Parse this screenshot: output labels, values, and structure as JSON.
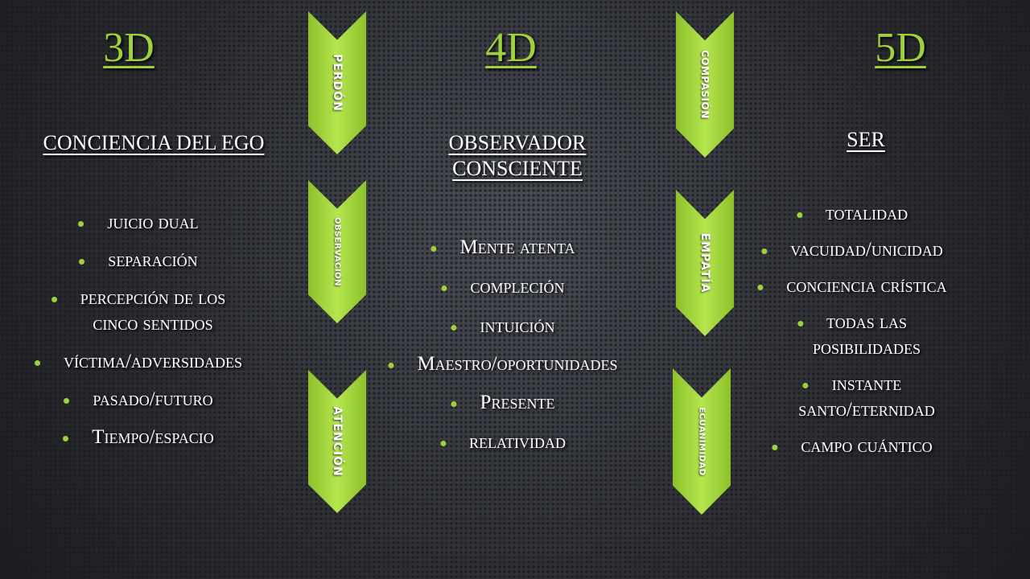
{
  "columns": [
    {
      "title": "3D",
      "subtitle": "CONCIENCIA DEL EGO",
      "items": [
        "juicio dual",
        "separación",
        "percepción de los",
        "cinco sentidos",
        "víctima/adversidades",
        "pasado/futuro",
        "Tiempo/espacio"
      ]
    },
    {
      "title": "4D",
      "subtitle": "OBSERVADOR",
      "subtitle2": "CONSCIENTE",
      "items": [
        "Mente atenta",
        "compleción",
        "intuición",
        "Maestro/oportunidades",
        "Presente",
        "relatividad"
      ]
    },
    {
      "title": "5D",
      "subtitle": "SER",
      "items": [
        "totalidad",
        "vacuidad/unicidad",
        "conciencia crística",
        "todas las",
        "posibilidades",
        "instante",
        "santo/eternidad",
        "campo cuántico"
      ]
    }
  ],
  "chevrons": [
    "PERDÓN",
    "OBSERVACIÓN",
    "ATENCIÓN",
    "COMPASIÓN",
    "EMPATÍA",
    "ECUANIMIDAD"
  ],
  "colors": {
    "accent": "#9fd13a"
  }
}
